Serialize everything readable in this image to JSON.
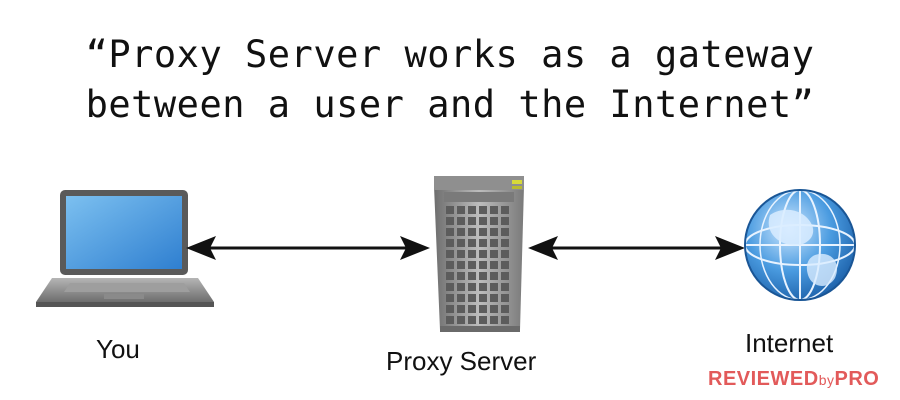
{
  "quote": {
    "line1": "“Proxy Server works as a gateway",
    "line2": "between a user and the Internet”"
  },
  "nodes": {
    "you": "You",
    "proxy": "Proxy Server",
    "internet": "Internet"
  },
  "watermark": {
    "part1": "REVIEWED",
    "part2": "by",
    "part3": "PRO"
  },
  "colors": {
    "text": "#111111",
    "arrow": "#111111",
    "laptop_screen": "#3a8fd6",
    "laptop_body": "#8c8c8c",
    "server_body": "#9a9a9a",
    "globe": "#2f7fd0",
    "watermark": "#e25a5a"
  }
}
